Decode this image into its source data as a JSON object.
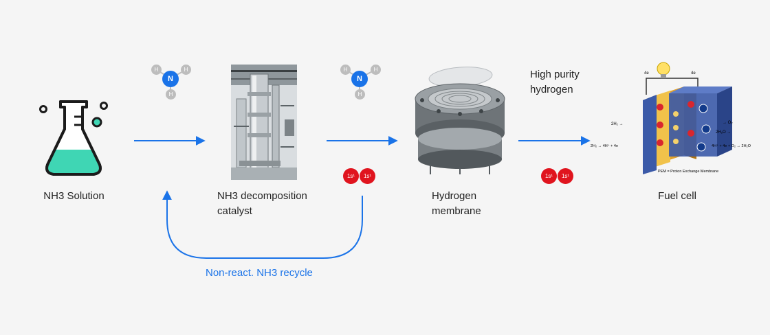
{
  "colors": {
    "arrow": "#1a73e8",
    "nitrogen": "#1a73e8",
    "hydrogen_atom": "#bdbdbd",
    "h2_atom": "#e0141e",
    "flask_liquid": "#3fd6b4",
    "flask_outline": "#1b1b1b",
    "background": "#f5f5f5"
  },
  "stages": [
    {
      "label": "NH3 Solution"
    },
    {
      "label": "NH3 decomposition\ncatalyst"
    },
    {
      "label": "Hydrogen\nmembrane"
    },
    {
      "label": "Fuel cell"
    }
  ],
  "high_purity_label": "High purity\nhydrogen",
  "recycle_label": "Non-react. NH3 recycle",
  "ammonia_molecule": {
    "center": "N",
    "atoms": [
      "H",
      "H",
      "H"
    ]
  },
  "h2_molecule": {
    "atoms": [
      "1s¹",
      "1s¹"
    ]
  },
  "fuel_cell_diagram": {
    "labels": [
      "2H₂",
      "O₂",
      "2H₂O",
      "2H₂ → 4H⁺ + 4e",
      "4H⁺ + 4e + O₂ → 2H₂O",
      "PEM = Proton Exchange Membrane"
    ],
    "electrons": [
      "4e",
      "4e"
    ]
  },
  "icons": [
    "flask-icon",
    "catalyst-reactor-image",
    "hydrogen-membrane-image",
    "fuel-cell-image",
    "ammonia-molecule-icon",
    "h2-molecule-icon",
    "bulb-icon"
  ]
}
